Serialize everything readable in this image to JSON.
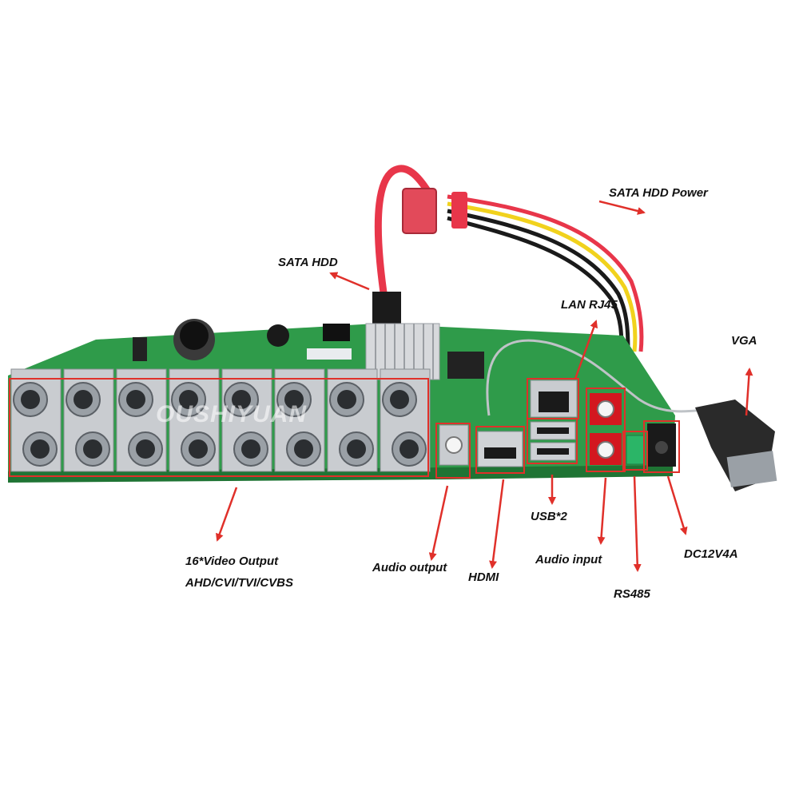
{
  "watermark": "OUSHIYUAN",
  "colors": {
    "board": "#2f9b4a",
    "board_dark": "#1f7434",
    "highlight": "#e0302a",
    "metal": "#c9ccd0",
    "bnc": "#9aa0a6",
    "sata_red": "#e8364a",
    "wire_yellow": "#f1d21d",
    "wire_black": "#1a1a1a",
    "rca_red": "#d3171f"
  },
  "labels": {
    "sata_hdd_power": "SATA HDD Power",
    "sata_hdd": "SATA HDD",
    "lan_rj45": "LAN RJ45",
    "vga": "VGA",
    "video_output_line1": "16*Video Output",
    "video_output_line2": "AHD/CVI/TVI/CVBS",
    "audio_output": "Audio output",
    "hdmi": "HDMI",
    "usb2": "USB*2",
    "audio_input": "Audio input",
    "rs485": "RS485",
    "dc12v4a": "DC12V4A"
  },
  "icons": {
    "arrow": "arrow-icon",
    "connector": "bnc-connector-icon"
  }
}
